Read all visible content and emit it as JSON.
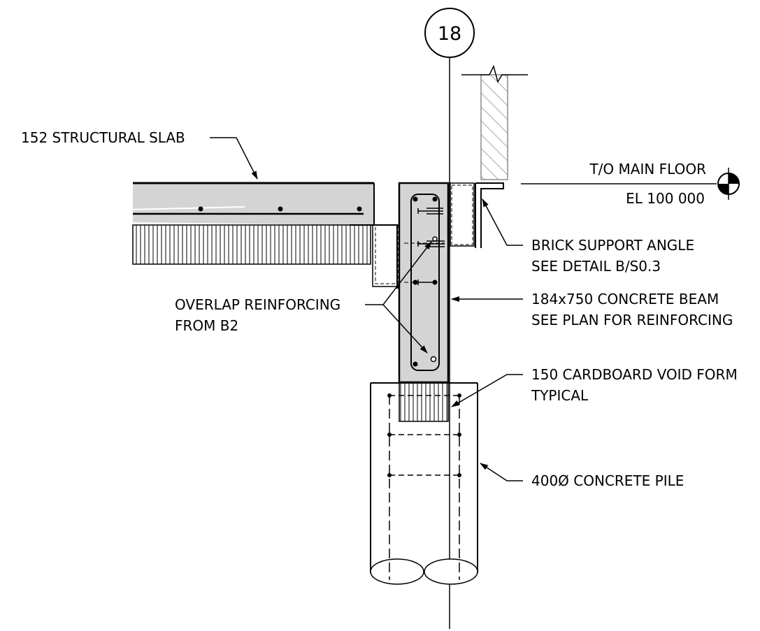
{
  "grid_bubble": {
    "label": "18"
  },
  "annotations": {
    "slab": "152 STRUCTURAL SLAB",
    "floor_name": "T/O MAIN FLOOR",
    "floor_elevation": "EL 100 000",
    "brick_angle_line1": "BRICK SUPPORT ANGLE",
    "brick_angle_line2": "SEE DETAIL B/S0.3",
    "overlap_line1": "OVERLAP REINFORCING",
    "overlap_line2": "FROM B2",
    "beam_line1": "184x750 CONCRETE BEAM",
    "beam_line2": "SEE PLAN FOR REINFORCING",
    "void_form_line1": "150 CARDBOARD VOID FORM",
    "void_form_line2": "TYPICAL",
    "pile": "400Ø CONCRETE PILE"
  },
  "colors": {
    "line": "#000000",
    "concrete_fill": "#d4d4d4",
    "brick_hatch": "#8a8a8a"
  }
}
